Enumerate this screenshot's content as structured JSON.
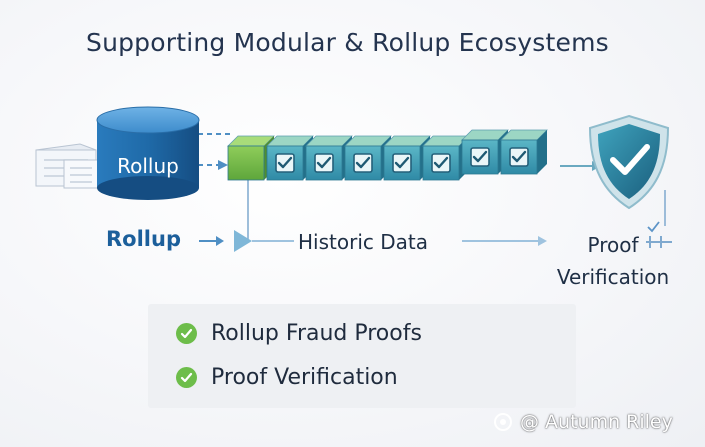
{
  "title": "Supporting Modular & Rollup Ecosystems",
  "diagram": {
    "database_label": "Rollup",
    "rollup_label": "Rollup",
    "historic_data_label": "Historic Data",
    "proof_verification_label": [
      "Proof",
      "Verification"
    ],
    "block_count": 8
  },
  "checklist": [
    "Rollup Fraud Proofs",
    "Proof Verification"
  ],
  "watermark": "@ Autumn Riley",
  "colors": {
    "title": "#24344f",
    "rollup_blue": "#1c5f9b",
    "cylinder": "#1f6aa8",
    "block_teal": "#3f9eb0",
    "block_green": "#73b84a",
    "shield": "#247d98",
    "check_green": "#6dbd4a"
  },
  "icons": [
    "document-stack-icon",
    "database-icon",
    "block-icon",
    "shield-check-icon",
    "check-circle-icon",
    "arrow-icon"
  ]
}
